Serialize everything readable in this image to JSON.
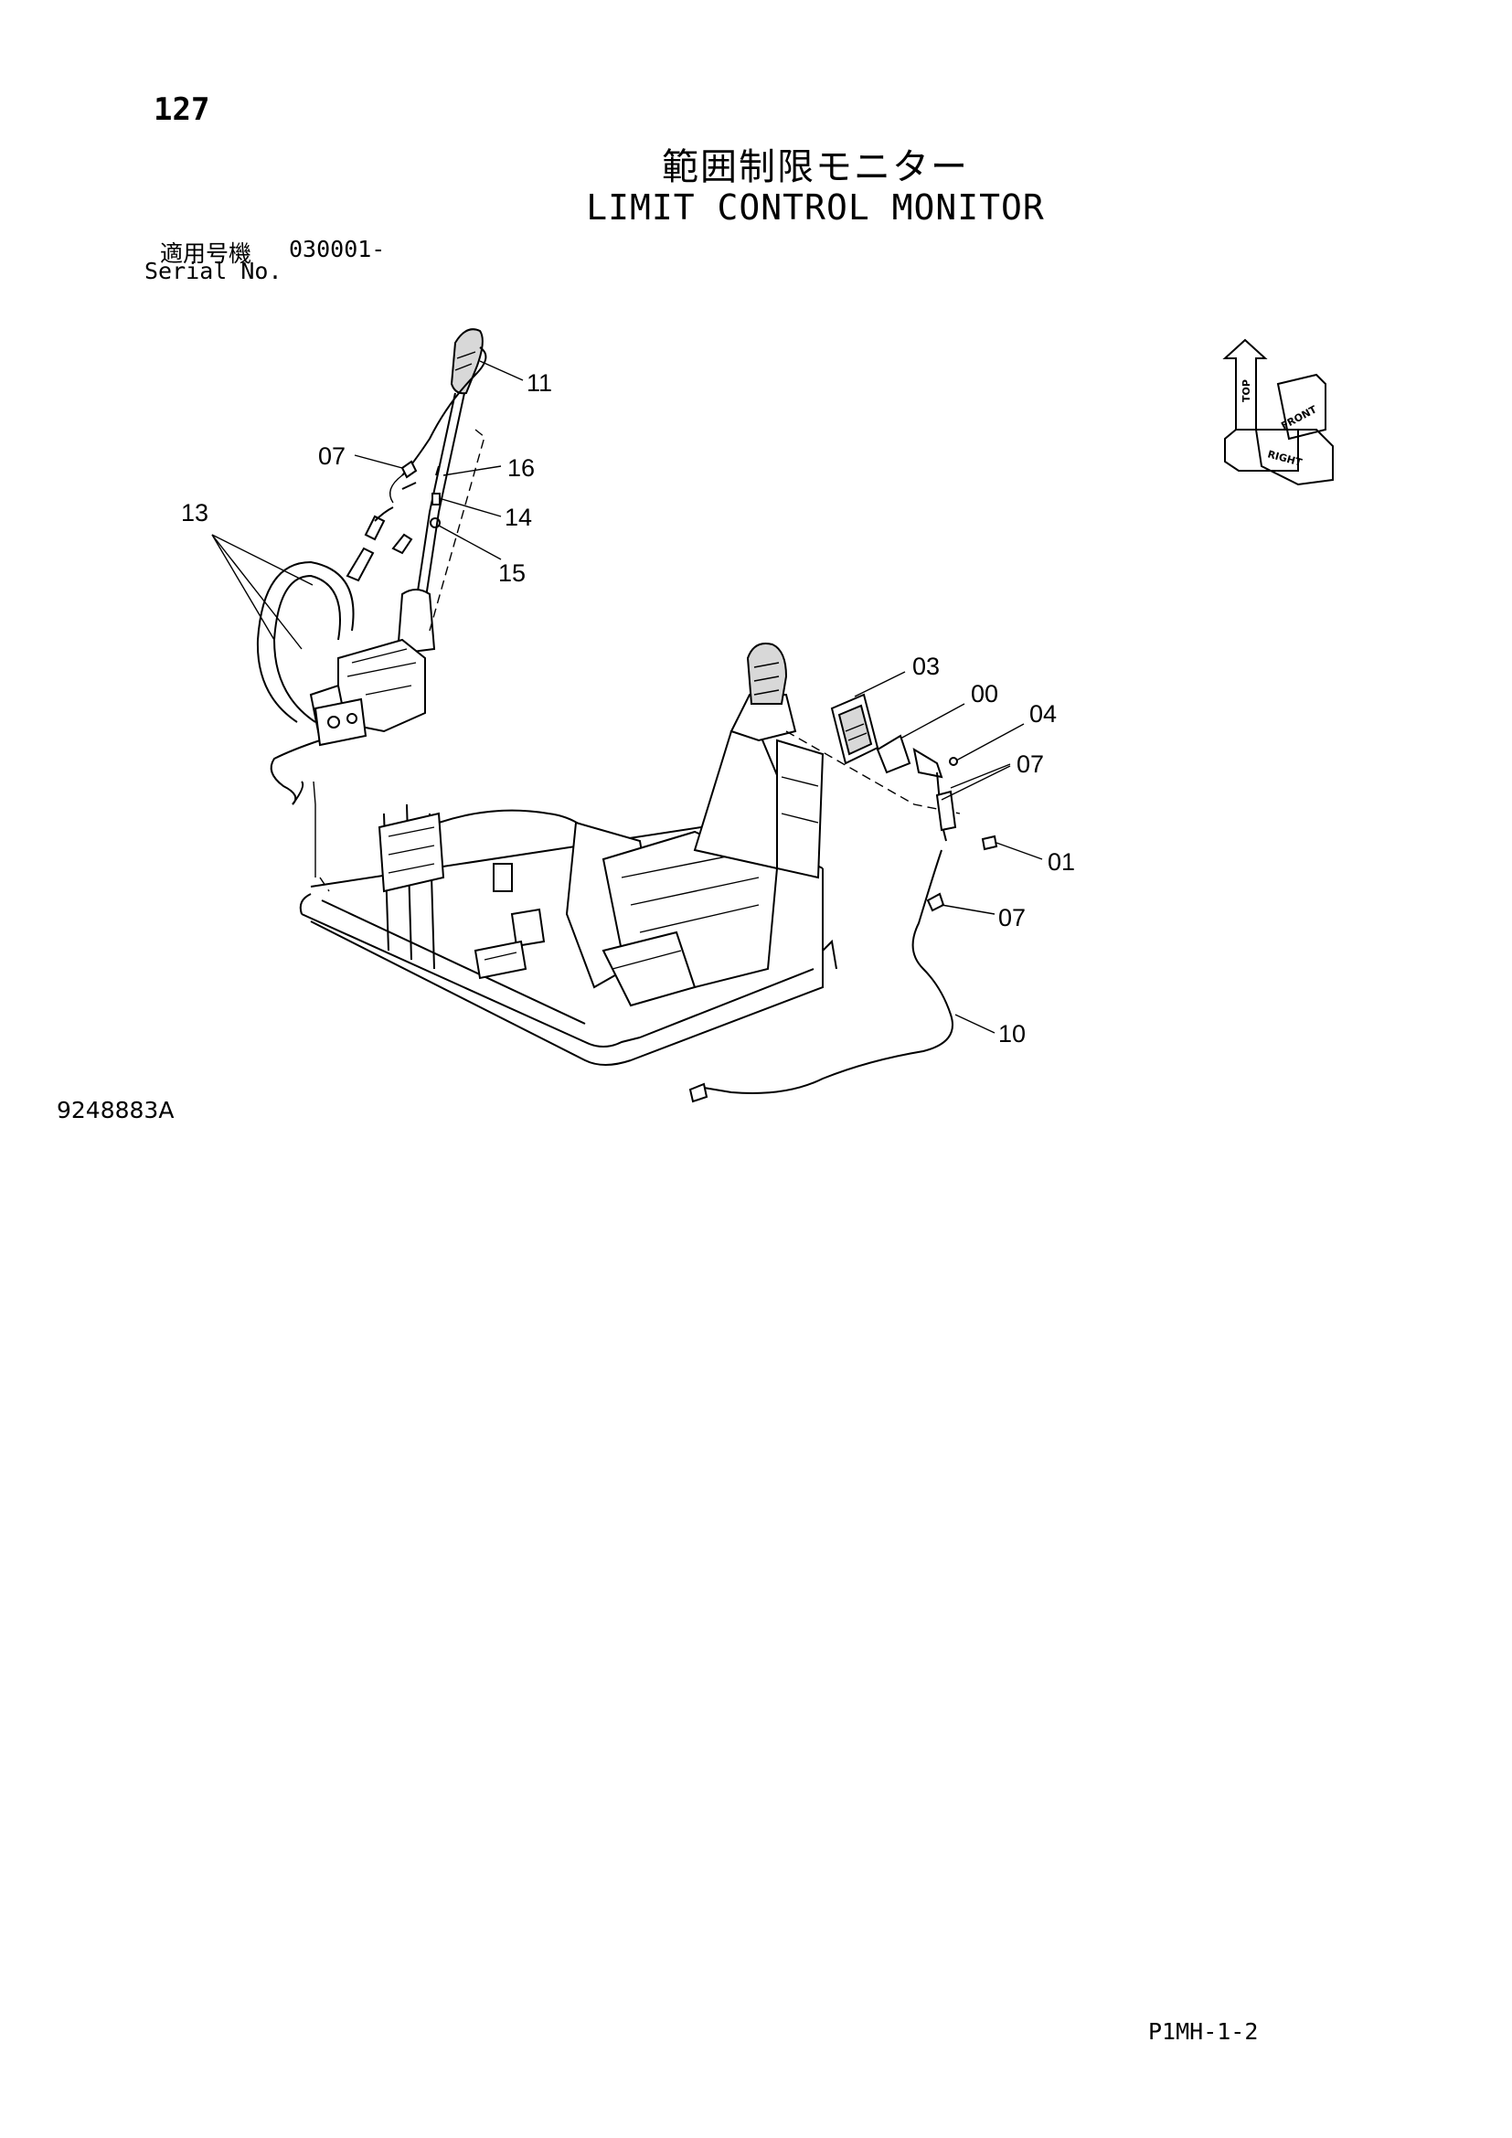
{
  "header": {
    "page_number": "127",
    "title_jp": "範囲制限モニター",
    "title_en": "LIMIT CONTROL MONITOR",
    "serial_label_jp": "適用号機",
    "serial_value": "030001-",
    "serial_label_en": "Serial No."
  },
  "orientation_indicator": {
    "top_label": "TOP",
    "front_label": "FRONT",
    "right_label": "RIGHT"
  },
  "callouts": [
    {
      "id": "c11",
      "label": "11"
    },
    {
      "id": "c07a",
      "label": "07"
    },
    {
      "id": "c16",
      "label": "16"
    },
    {
      "id": "c13",
      "label": "13"
    },
    {
      "id": "c14",
      "label": "14"
    },
    {
      "id": "c15",
      "label": "15"
    },
    {
      "id": "c03",
      "label": "03"
    },
    {
      "id": "c00",
      "label": "00"
    },
    {
      "id": "c04",
      "label": "04"
    },
    {
      "id": "c07b",
      "label": "07"
    },
    {
      "id": "c01",
      "label": "01"
    },
    {
      "id": "c07c",
      "label": "07"
    },
    {
      "id": "c10",
      "label": "10"
    }
  ],
  "footer": {
    "drawing_number": "9248883A",
    "page_code": "P1MH-1-2"
  }
}
